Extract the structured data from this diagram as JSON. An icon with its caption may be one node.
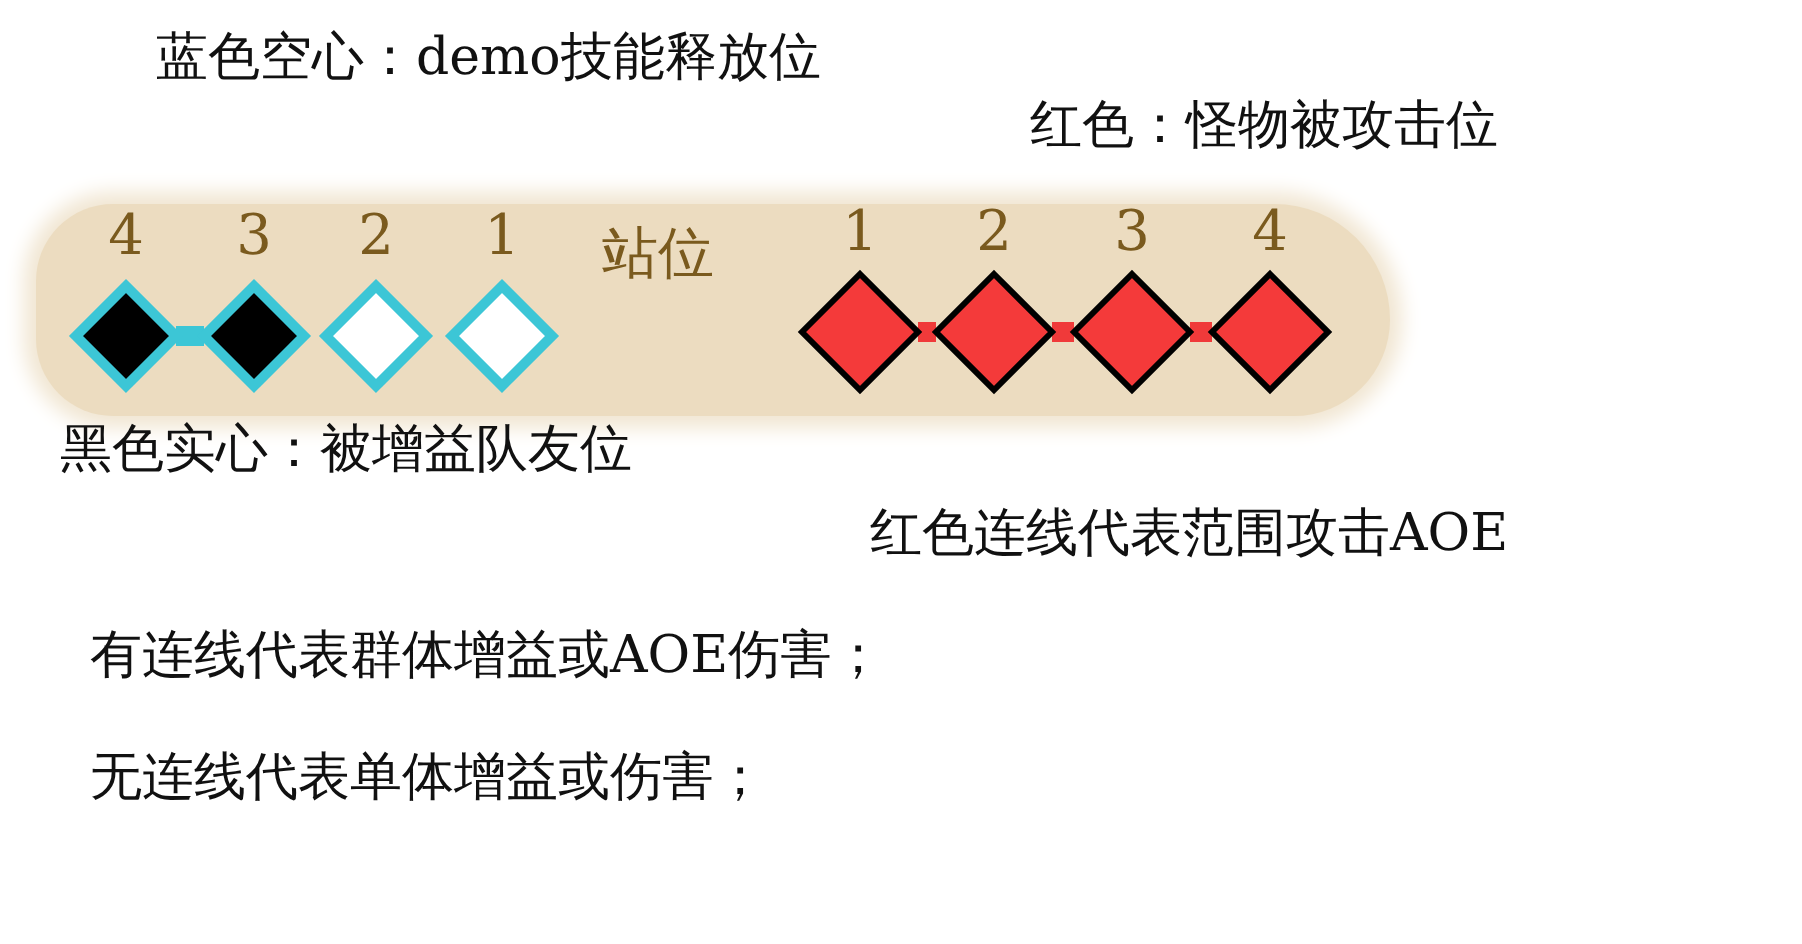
{
  "diagram": {
    "nodes": [
      {
        "text": [
          "站位"
        ]
      },
      {
        "text": [
          "4"
        ],
        "in": 0
      },
      {
        "text": [
          "3"
        ],
        "in": 0
      },
      {
        "text": [
          "2"
        ],
        "in": 0
      },
      {
        "text": [
          "1"
        ],
        "in": 0
      },
      {
        "text": [
          "1"
        ],
        "in": 0
      },
      {
        "text": [
          "2"
        ],
        "in": 0
      },
      {
        "text": [
          "3"
        ],
        "in": 0
      },
      {
        "text": [
          "4"
        ],
        "in": 0
      }
    ],
    "edges": [
      {
        "from": 1,
        "to": 2,
        "arrow": "none",
        "color": "#3cc6d6"
      },
      {
        "from": 5,
        "to": 6,
        "arrow": "none",
        "color": "#f03a3a"
      },
      {
        "from": 6,
        "to": 7,
        "arrow": "none",
        "color": "#f03a3a"
      },
      {
        "from": 7,
        "to": 8,
        "arrow": "none",
        "color": "#f03a3a"
      }
    ],
    "labels": [
      "蓝色空心：demo技能释放位",
      "红色：怪物被攻击位",
      "黑色实心：被增益队友位",
      "红色连线代表范围攻击AOE",
      "有连线代表群体增益或AOE伤害；",
      "无连线代表单体增益或伤害；"
    ]
  }
}
